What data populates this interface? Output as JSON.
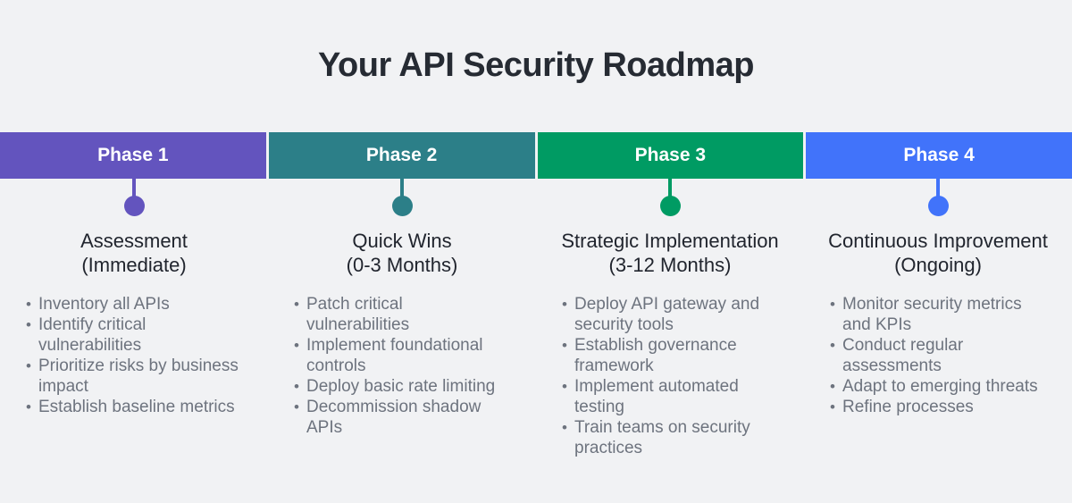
{
  "title": "Your API Security Roadmap",
  "colors": {
    "background": "#F1F2F4",
    "title_text": "#262B33",
    "heading_text": "#21252E",
    "bullet_text": "#6D737E",
    "phase_label_text": "#FFFFFF"
  },
  "phases": [
    {
      "label": "Phase 1",
      "color": "#6354BE",
      "heading": "Assessment",
      "timeframe": "(Immediate)",
      "bullets": [
        [
          "Inventory all APIs"
        ],
        [
          "Identify critical",
          "vulnerabilities"
        ],
        [
          "Prioritize risks by business",
          "impact"
        ],
        [
          "Establish baseline metrics"
        ]
      ]
    },
    {
      "label": "Phase 2",
      "color": "#2C7F88",
      "heading": "Quick Wins",
      "timeframe": "(0-3 Months)",
      "bullets": [
        [
          "Patch critical",
          "vulnerabilities"
        ],
        [
          "Implement foundational",
          "controls"
        ],
        [
          "Deploy basic rate limiting"
        ],
        [
          "Decommission shadow",
          "APIs"
        ]
      ]
    },
    {
      "label": "Phase 3",
      "color": "#009B63",
      "heading": "Strategic Implementation",
      "timeframe": "(3-12 Months)",
      "bullets": [
        [
          "Deploy API gateway and",
          "security tools"
        ],
        [
          "Establish governance",
          "framework"
        ],
        [
          "Implement automated",
          "testing"
        ],
        [
          "Train teams on security",
          "practices"
        ]
      ]
    },
    {
      "label": "Phase 4",
      "color": "#4173FA",
      "heading": "Continuous Improvement",
      "timeframe": "(Ongoing)",
      "bullets": [
        [
          "Monitor security metrics",
          "and KPIs"
        ],
        [
          "Conduct regular",
          "assessments"
        ],
        [
          "Adapt to emerging threats"
        ],
        [
          "Refine processes"
        ]
      ]
    }
  ]
}
